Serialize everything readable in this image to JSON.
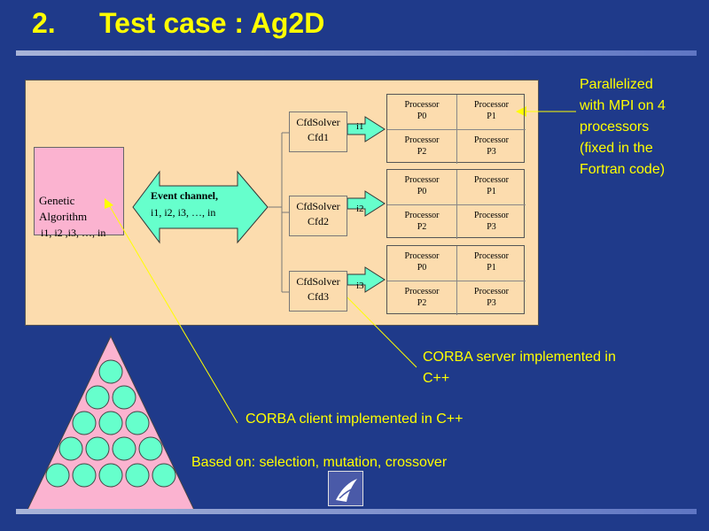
{
  "header": {
    "number": "2.",
    "title": "Test case : Ag2D"
  },
  "genetic": {
    "label_line1": "Genetic",
    "label_line2": "Algorithm",
    "params": "i1, i2 ,i3, …, in"
  },
  "event": {
    "label": "Event channel,",
    "params": "i1, i2, i3, …, in"
  },
  "solvers": [
    {
      "name": "CfdSolver",
      "id": "Cfd1",
      "index": "i1"
    },
    {
      "name": "CfdSolver",
      "id": "Cfd2",
      "index": "i2"
    },
    {
      "name": "CfdSolver",
      "id": "Cfd3",
      "index": "i3"
    }
  ],
  "processor_word": "Processor",
  "processors": [
    "P0",
    "P1",
    "P2",
    "P3"
  ],
  "notes": {
    "mpi": [
      "Parallelized",
      "with MPI on 4",
      "processors",
      "(fixed in the",
      "Fortran code)"
    ],
    "server": [
      "CORBA server implemented in",
      "C++"
    ],
    "client": "CORBA client implemented in C++",
    "based_on": "Based on: selection, mutation, crossover"
  },
  "colors": {
    "background": "#1f3a8a",
    "title": "#ffff00",
    "panel": "#fcdcae",
    "pink": "#fbb3d0",
    "arrow": "#66ffcc",
    "pointer": "#ffff00"
  }
}
